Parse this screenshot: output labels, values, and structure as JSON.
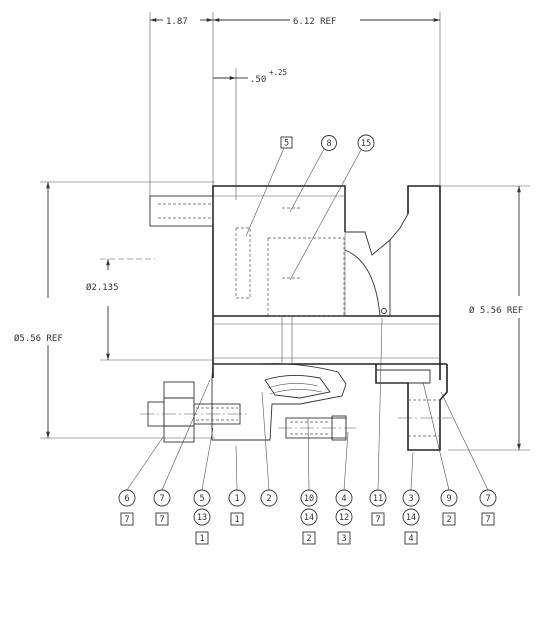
{
  "dimensions": {
    "d1": "1.87",
    "d2": "6.12 REF",
    "d3": ".50",
    "d3_tol": "+.25",
    "d4": "Ø2.135",
    "d5": "Ø5.56 REF",
    "d6": "Ø 5.56 REF"
  },
  "top_balloons": {
    "b5sq": "5",
    "b8": "8",
    "b15": "15"
  },
  "callouts": [
    {
      "circles": [
        "6"
      ],
      "squares": [
        "7"
      ]
    },
    {
      "circles": [
        "7"
      ],
      "squares": [
        "7"
      ]
    },
    {
      "circles": [
        "5",
        "13"
      ],
      "squares": [
        "1"
      ]
    },
    {
      "circles": [
        "1"
      ],
      "squares": [
        "1"
      ]
    },
    {
      "circles": [
        "2"
      ],
      "squares": []
    },
    {
      "circles": [
        "10",
        "14"
      ],
      "squares": [
        "2"
      ]
    },
    {
      "circles": [
        "4",
        "12"
      ],
      "squares": [
        "3"
      ]
    },
    {
      "circles": [
        "11"
      ],
      "squares": [
        "7"
      ]
    },
    {
      "circles": [
        "3",
        "14"
      ],
      "squares": [
        "4"
      ]
    },
    {
      "circles": [
        "9"
      ],
      "squares": [
        "2"
      ]
    },
    {
      "circles": [
        "7"
      ],
      "squares": [
        "7"
      ]
    }
  ]
}
